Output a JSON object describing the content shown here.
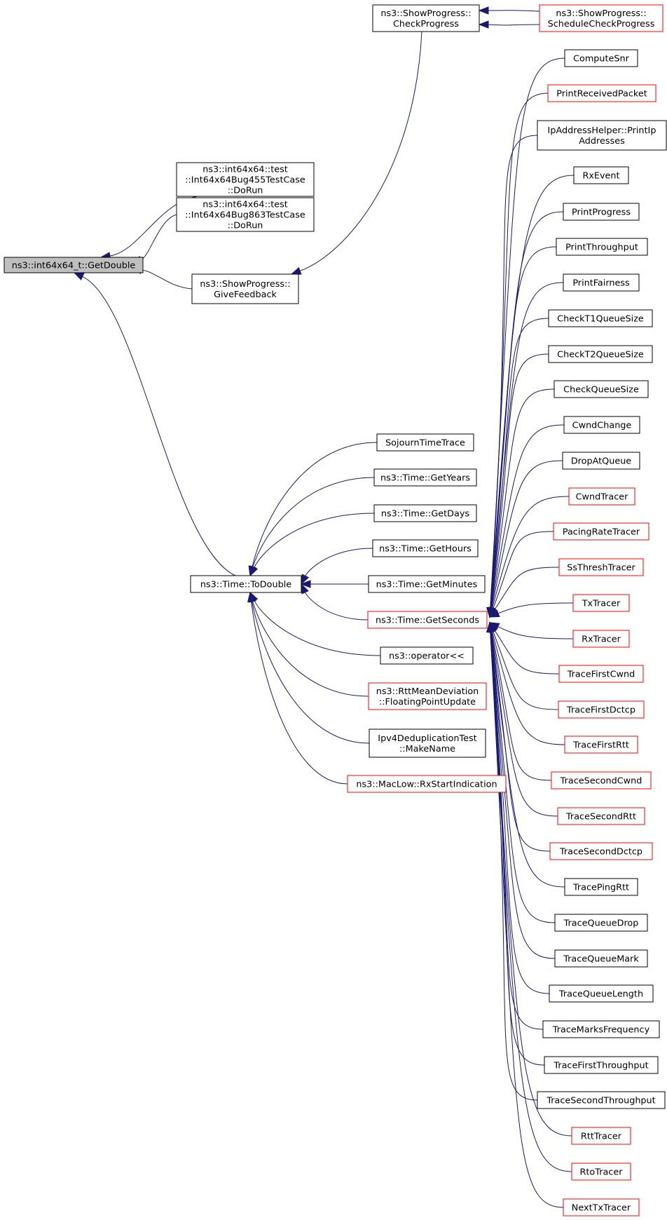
{
  "style": {
    "edge_color": "#191970",
    "truncated_border": "#ff0000",
    "normal_border": "#000000",
    "focus_fill": "#bfbfbf"
  },
  "nodes": [
    {
      "id": "getdouble",
      "lines": [
        "ns3::int64x64_t::GetDouble"
      ],
      "focus": true
    },
    {
      "id": "bug455",
      "lines": [
        "ns3::int64x64::test",
        "::Int64x64Bug455TestCase",
        "::DoRun"
      ]
    },
    {
      "id": "bug863",
      "lines": [
        "ns3::int64x64::test",
        "::Int64x64Bug863TestCase",
        "::DoRun"
      ]
    },
    {
      "id": "givefeedback",
      "lines": [
        "ns3::ShowProgress::",
        "GiveFeedback"
      ]
    },
    {
      "id": "checkprogress",
      "lines": [
        "ns3::ShowProgress::",
        "CheckProgress"
      ]
    },
    {
      "id": "schedulecheck",
      "lines": [
        "ns3::ShowProgress::",
        "ScheduleCheckProgress"
      ],
      "truncated": true
    },
    {
      "id": "todouble",
      "lines": [
        "ns3::Time::ToDouble"
      ]
    },
    {
      "id": "sojourn",
      "lines": [
        "SojournTimeTrace"
      ]
    },
    {
      "id": "getyears",
      "lines": [
        "ns3::Time::GetYears"
      ]
    },
    {
      "id": "getdays",
      "lines": [
        "ns3::Time::GetDays"
      ]
    },
    {
      "id": "gethours",
      "lines": [
        "ns3::Time::GetHours"
      ]
    },
    {
      "id": "getminutes",
      "lines": [
        "ns3::Time::GetMinutes"
      ]
    },
    {
      "id": "getseconds",
      "lines": [
        "ns3::Time::GetSeconds"
      ],
      "truncated": true
    },
    {
      "id": "operator",
      "lines": [
        "ns3::operator<<"
      ]
    },
    {
      "id": "rttmean",
      "lines": [
        "ns3::RttMeanDeviation",
        "::FloatingPointUpdate"
      ],
      "truncated": true
    },
    {
      "id": "ipv4dedup",
      "lines": [
        "Ipv4DeduplicationTest",
        "::MakeName"
      ]
    },
    {
      "id": "maclow",
      "lines": [
        "ns3::MacLow::RxStartIndication"
      ],
      "truncated": true
    },
    {
      "id": "computesnr",
      "lines": [
        "ComputeSnr"
      ]
    },
    {
      "id": "printreceived",
      "lines": [
        "PrintReceivedPacket"
      ],
      "truncated": true
    },
    {
      "id": "ipaddresshelper",
      "lines": [
        "IpAddressHelper::PrintIp",
        "Addresses"
      ]
    },
    {
      "id": "rxevent",
      "lines": [
        "RxEvent"
      ]
    },
    {
      "id": "printprogress",
      "lines": [
        "PrintProgress"
      ]
    },
    {
      "id": "printthroughput",
      "lines": [
        "PrintThroughput"
      ]
    },
    {
      "id": "printfairness",
      "lines": [
        "PrintFairness"
      ]
    },
    {
      "id": "checkt1",
      "lines": [
        "CheckT1QueueSize"
      ]
    },
    {
      "id": "checkt2",
      "lines": [
        "CheckT2QueueSize"
      ]
    },
    {
      "id": "checkqueue",
      "lines": [
        "CheckQueueSize"
      ]
    },
    {
      "id": "cwndchange",
      "lines": [
        "CwndChange"
      ]
    },
    {
      "id": "dropatqueue",
      "lines": [
        "DropAtQueue"
      ]
    },
    {
      "id": "cwndtracer",
      "lines": [
        "CwndTracer"
      ],
      "truncated": true
    },
    {
      "id": "pacingrate",
      "lines": [
        "PacingRateTracer"
      ],
      "truncated": true
    },
    {
      "id": "ssthresh",
      "lines": [
        "SsThreshTracer"
      ],
      "truncated": true
    },
    {
      "id": "txtracer",
      "lines": [
        "TxTracer"
      ],
      "truncated": true
    },
    {
      "id": "rxtracer",
      "lines": [
        "RxTracer"
      ],
      "truncated": true
    },
    {
      "id": "tracefirstcwnd",
      "lines": [
        "TraceFirstCwnd"
      ],
      "truncated": true
    },
    {
      "id": "tracefirstdctcp",
      "lines": [
        "TraceFirstDctcp"
      ],
      "truncated": true
    },
    {
      "id": "tracefirstrtt",
      "lines": [
        "TraceFirstRtt"
      ],
      "truncated": true
    },
    {
      "id": "tracesecondcwnd",
      "lines": [
        "TraceSecondCwnd"
      ],
      "truncated": true
    },
    {
      "id": "tracesecondrtt",
      "lines": [
        "TraceSecondRtt"
      ],
      "truncated": true
    },
    {
      "id": "traceseconddctcp",
      "lines": [
        "TraceSecondDctcp"
      ],
      "truncated": true
    },
    {
      "id": "tracepingrtt",
      "lines": [
        "TracePingRtt"
      ]
    },
    {
      "id": "tracequeuedrop",
      "lines": [
        "TraceQueueDrop"
      ]
    },
    {
      "id": "tracequeuemark",
      "lines": [
        "TraceQueueMark"
      ]
    },
    {
      "id": "tracequeuelength",
      "lines": [
        "TraceQueueLength"
      ]
    },
    {
      "id": "tracemarksfreq",
      "lines": [
        "TraceMarksFrequency"
      ]
    },
    {
      "id": "tracefirstthroughput",
      "lines": [
        "TraceFirstThroughput"
      ]
    },
    {
      "id": "tracesecondthroughput",
      "lines": [
        "TraceSecondThroughput"
      ]
    },
    {
      "id": "rtttracer",
      "lines": [
        "RttTracer"
      ],
      "truncated": true
    },
    {
      "id": "rtotracer",
      "lines": [
        "RtoTracer"
      ],
      "truncated": true
    },
    {
      "id": "nexttxtracer",
      "lines": [
        "NextTxTracer"
      ],
      "truncated": true
    }
  ],
  "edges": [
    [
      "bug455",
      "getdouble"
    ],
    [
      "bug863",
      "getdouble"
    ],
    [
      "givefeedback",
      "getdouble"
    ],
    [
      "todouble",
      "getdouble"
    ],
    [
      "checkprogress",
      "givefeedback"
    ],
    [
      "schedulecheck",
      "checkprogress"
    ],
    [
      "checkprogress",
      "schedulecheck"
    ],
    [
      "sojourn",
      "todouble"
    ],
    [
      "getyears",
      "todouble"
    ],
    [
      "getdays",
      "todouble"
    ],
    [
      "gethours",
      "todouble"
    ],
    [
      "getminutes",
      "todouble"
    ],
    [
      "getseconds",
      "todouble"
    ],
    [
      "operator",
      "todouble"
    ],
    [
      "rttmean",
      "todouble"
    ],
    [
      "ipv4dedup",
      "todouble"
    ],
    [
      "maclow",
      "todouble"
    ],
    [
      "computesnr",
      "getseconds"
    ],
    [
      "printreceived",
      "getseconds"
    ],
    [
      "ipaddresshelper",
      "getseconds"
    ],
    [
      "rxevent",
      "getseconds"
    ],
    [
      "printprogress",
      "getseconds"
    ],
    [
      "printthroughput",
      "getseconds"
    ],
    [
      "printfairness",
      "getseconds"
    ],
    [
      "checkt1",
      "getseconds"
    ],
    [
      "checkt2",
      "getseconds"
    ],
    [
      "checkqueue",
      "getseconds"
    ],
    [
      "cwndchange",
      "getseconds"
    ],
    [
      "dropatqueue",
      "getseconds"
    ],
    [
      "cwndtracer",
      "getseconds"
    ],
    [
      "pacingrate",
      "getseconds"
    ],
    [
      "ssthresh",
      "getseconds"
    ],
    [
      "txtracer",
      "getseconds"
    ],
    [
      "rxtracer",
      "getseconds"
    ],
    [
      "tracefirstcwnd",
      "getseconds"
    ],
    [
      "tracefirstdctcp",
      "getseconds"
    ],
    [
      "tracefirstrtt",
      "getseconds"
    ],
    [
      "tracesecondcwnd",
      "getseconds"
    ],
    [
      "tracesecondrtt",
      "getseconds"
    ],
    [
      "traceseconddctcp",
      "getseconds"
    ],
    [
      "tracepingrtt",
      "getseconds"
    ],
    [
      "tracequeuedrop",
      "getseconds"
    ],
    [
      "tracequeuemark",
      "getseconds"
    ],
    [
      "tracequeuelength",
      "getseconds"
    ],
    [
      "tracemarksfreq",
      "getseconds"
    ],
    [
      "tracefirstthroughput",
      "getseconds"
    ],
    [
      "tracesecondthroughput",
      "getseconds"
    ],
    [
      "rtttracer",
      "getseconds"
    ],
    [
      "rtotracer",
      "getseconds"
    ],
    [
      "nexttxtracer",
      "getseconds"
    ]
  ]
}
